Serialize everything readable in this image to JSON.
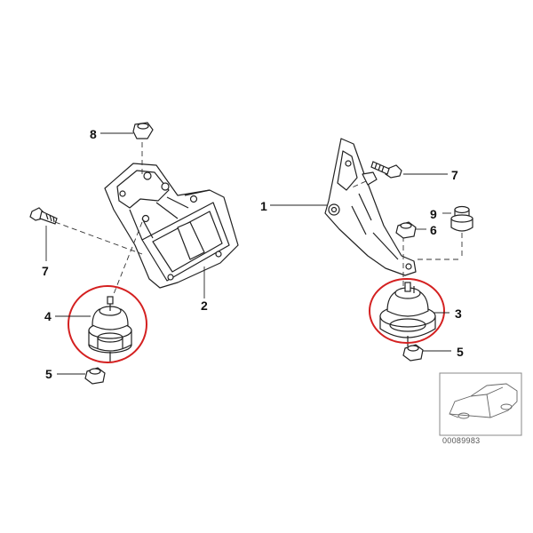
{
  "callouts": {
    "c1": "1",
    "c2": "2",
    "c3": "3",
    "c4": "4",
    "c5_left": "5",
    "c5_right": "5",
    "c6": "6",
    "c7_left": "7",
    "c7_right": "7",
    "c8": "8",
    "c9": "9"
  },
  "thumbnail": {
    "part_number": "00089983"
  },
  "colors": {
    "line": "#222222",
    "highlight": "#d42020",
    "thumb_border": "#888888"
  }
}
